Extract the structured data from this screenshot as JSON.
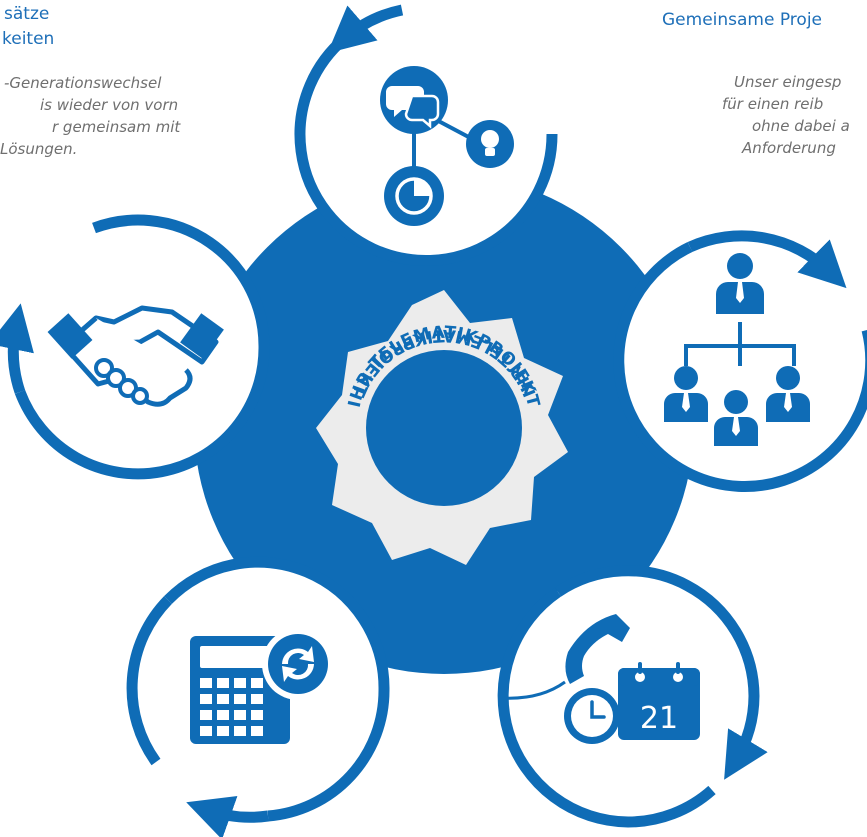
{
  "colors": {
    "primary": "#0f6cb6",
    "ring_gray": "#ececec",
    "heading": "#1e6fb8",
    "body_text": "#6f6f6f",
    "white": "#ffffff"
  },
  "left_caption": {
    "heading_lines": [
      "sätze",
      "keiten"
    ],
    "text_lines": [
      "-Generationswechsel",
      "is wieder von vorn",
      "r gemeinsam mit",
      "Lösungen."
    ]
  },
  "right_caption": {
    "heading_lines": [
      "Gemeinsame Proje"
    ],
    "text_lines": [
      "Unser eingesp",
      "für einen reib",
      "ohne dabei a",
      "Anforderung"
    ]
  },
  "center": {
    "badge_text_top": "IHR TELEMATIKPROJEKT",
    "badge_text_bottom": "IHR TELEMATIKPROJEKT"
  },
  "nodes": {
    "top": {
      "icon": "chat-idea-chart-icon"
    },
    "right": {
      "icon": "org-chart-icon"
    },
    "bottom_right": {
      "icon": "phone-clock-calendar-icon",
      "calendar_day": "21"
    },
    "bottom_left": {
      "icon": "calculator-refresh-icon"
    },
    "left": {
      "icon": "handshake-icon"
    }
  }
}
